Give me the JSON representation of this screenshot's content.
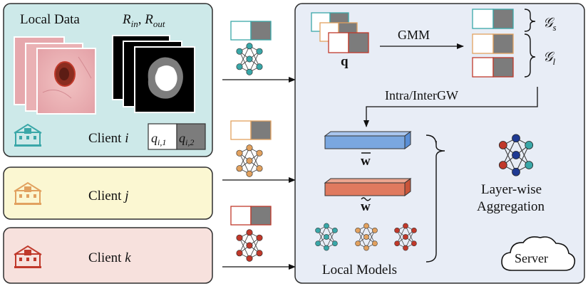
{
  "clients": {
    "i": {
      "label": "Client i",
      "word": "Client",
      "index": "i",
      "q1": "q",
      "q1_sub": "i,1",
      "q2": "q",
      "q2_sub": "i,2",
      "color": "#3aa7a8"
    },
    "j": {
      "label": "Client j",
      "word": "Client",
      "index": "j",
      "color": "#e1a15f"
    },
    "k": {
      "label": "Client k",
      "word": "Client",
      "index": "k",
      "color": "#c0392b"
    }
  },
  "local_data": {
    "label": "Local Data"
  },
  "masks": {
    "label_r": "R",
    "in_sub": "in",
    "sep": ", ",
    "out_sub": "out"
  },
  "server": {
    "label": "Server",
    "q_label": "q",
    "gmm_label": "GMM",
    "gs_main": "𝒢",
    "gs_sub": "s",
    "gl_main": "𝒢",
    "gl_sub": "l",
    "intra_label": "Intra/InterGW",
    "w_bar_label": "w",
    "w_tilde_label": "w",
    "local_models_label": "Local Models",
    "aggregation_line1": "Layer-wise",
    "aggregation_line2": "Aggregation"
  },
  "colors": {
    "teal": "#3aa7a8",
    "orange": "#e1a15f",
    "red": "#c0392b",
    "panel_i": "#cde9e9",
    "panel_j": "#fbf7d2",
    "panel_k": "#f7e1dd",
    "server_bg": "#e8edf6",
    "grey_block": "#7c7c7c",
    "w_bar": "#7aa7e0",
    "w_tilde": "#e07a5f"
  }
}
